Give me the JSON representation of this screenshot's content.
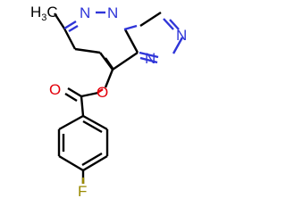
{
  "molecule": {
    "atoms": {
      "methyl": {
        "main": "H",
        "sub": "3",
        "tail": "C"
      },
      "n_ring_top": "N",
      "n_bridge": "N",
      "n_right_upper": "N",
      "n_right_lower": "N",
      "o_ester": "O",
      "o_carbonyl": "O",
      "fluorine": "F"
    },
    "colors": {
      "bond": "#000000",
      "carbon_text": "#000000",
      "nitrogen": "#2f35d8",
      "oxygen": "#e3000b",
      "fluorine": "#9a8a00"
    }
  }
}
